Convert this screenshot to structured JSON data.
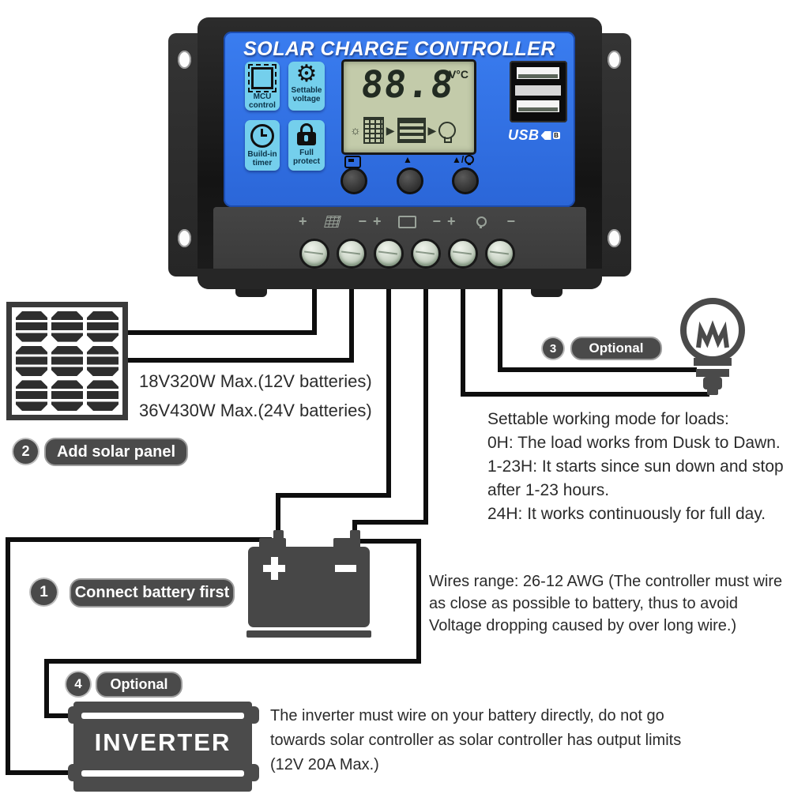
{
  "controller": {
    "title": "SOLAR CHARGE CONTROLLER",
    "features": [
      {
        "icon": "mcu-icon",
        "line1": "MCU",
        "line2": "control"
      },
      {
        "icon": "gear-icon",
        "line1": "Settable",
        "line2": "voltage"
      },
      {
        "icon": "clock-icon",
        "line1": "Build-in",
        "line2": "timer"
      },
      {
        "icon": "lock-icon",
        "line1": "Full",
        "line2": "protect"
      }
    ],
    "lcd": {
      "reading": "88.8",
      "unit": "V°C"
    },
    "usb_label": "USB",
    "usb_pin_label": "B",
    "terminals": {
      "plus": "+",
      "minus": "−"
    }
  },
  "icons": {
    "gear": "⚙",
    "sun": "☼",
    "arrow": "▶",
    "up": "▲",
    "mode_prefix": "▲/"
  },
  "solar_panel": {
    "specs": [
      "18V320W Max.(12V batteries)",
      "36V430W Max.(24V batteries)"
    ]
  },
  "steps": {
    "s1": {
      "num": "1",
      "label": "Connect battery first"
    },
    "s2": {
      "num": "2",
      "label": "Add solar panel"
    },
    "s3": {
      "num": "3",
      "label": "Optional"
    },
    "s4": {
      "num": "4",
      "label": "Optional"
    }
  },
  "load_mode": {
    "lines": [
      "Settable working mode for loads:",
      "0H: The load works from Dusk to Dawn.",
      "1-23H: It starts since sun down and stop",
      "after 1-23 hours.",
      "24H: It works continuously for full day."
    ]
  },
  "wiring_note": {
    "lines": [
      "Wires range: 26-12 AWG (The controller must wire",
      "as close as possible to battery, thus to avoid",
      "Voltage dropping caused by over long wire.)"
    ]
  },
  "inverter": {
    "label": "INVERTER",
    "lines": [
      "The inverter must wire on your battery directly, do not go",
      "towards solar controller as solar controller has output limits",
      "(12V 20A Max.)"
    ]
  },
  "colors": {
    "face_blue": "#2e6fe2",
    "badge_cyan": "#74cfec",
    "lcd_green": "#c3cbaa",
    "component_gray": "#4a4a4a",
    "wire_black": "#0e0e0e",
    "text_dark": "#2b2b2b"
  }
}
